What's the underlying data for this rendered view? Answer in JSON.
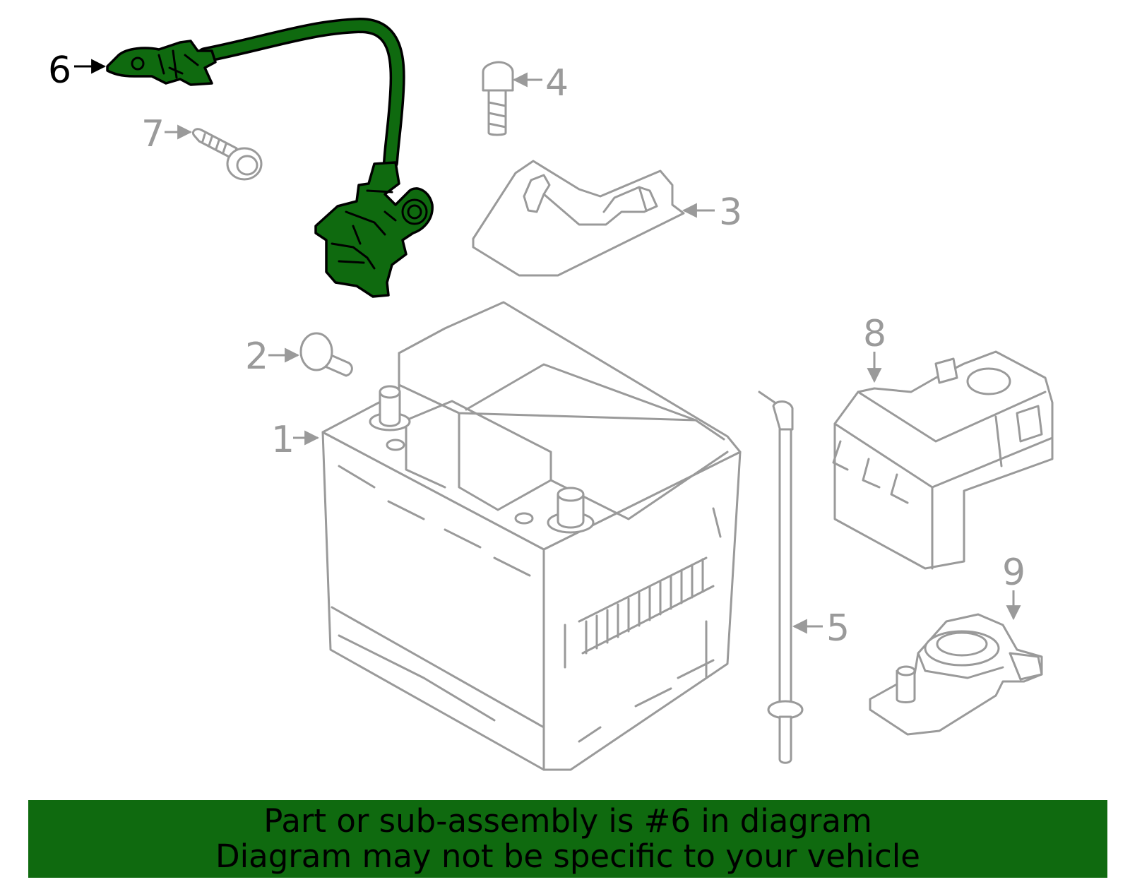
{
  "diagram": {
    "highlight_color": "#0f6a0f",
    "highlighted_part": "6",
    "callouts": [
      {
        "id": "c1",
        "label": "1"
      },
      {
        "id": "c2",
        "label": "2"
      },
      {
        "id": "c3",
        "label": "3"
      },
      {
        "id": "c4",
        "label": "4"
      },
      {
        "id": "c5",
        "label": "5"
      },
      {
        "id": "c6",
        "label": "6"
      },
      {
        "id": "c7",
        "label": "7"
      },
      {
        "id": "c8",
        "label": "8"
      },
      {
        "id": "c9",
        "label": "9"
      }
    ]
  },
  "banner": {
    "line1": "Part or sub-assembly is #6 in diagram",
    "line2": "Diagram may not be specific to your vehicle",
    "background": "#0f6a0f"
  }
}
